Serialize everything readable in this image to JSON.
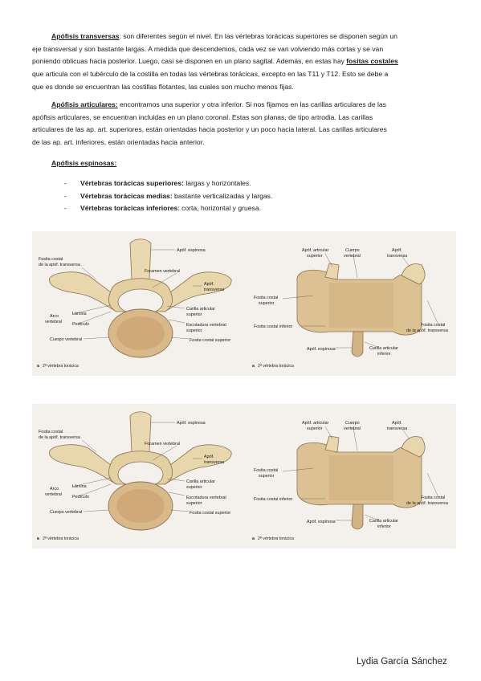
{
  "paragraphs": {
    "transversas": {
      "heading": "Apófisis transversas",
      "lines": [
        ": son diferentes según el nivel. En las vértebras torácicas superiores se disponen según un",
        "eje transversal y son bastante largas. A medida que descendemos, cada vez se van volviendo más cortas y se van",
        "poniendo oblicuas hacia posterior. Luego, casi se disponen en un plano sagital. Además, en estas hay ",
        "que articula con el tubérculo de la costilla en todas las vértebras torácicas, excepto en las T11 y T12. Esto se debe a",
        "que es donde se encuentran las costillas flotantes, las cuales son mucho menos fijas."
      ],
      "underlined_term": "fositas costales"
    },
    "articulares": {
      "heading": "Apófisis articulares:",
      "lines": [
        " encontramos una superior y otra inferior. Si nos fijamos en las carillas articulares de las",
        "apófisis articulares, se encuentran incluidas en un plano coronal. Estas son planas, de tipo artrodia. Las carillas",
        "articulares de las ap. art. superiores, están orientadas hacia posterior y un poco hacia lateral. Las carillas articulares",
        "de las ap. art. inferiores, están orientadas hacia anterior."
      ]
    },
    "espinosas": {
      "heading": "Apófisis espinosas:"
    }
  },
  "bullets": [
    {
      "dash": "-",
      "bold": "Vértebras torácicas superiores:",
      "text": " largas y horizontales."
    },
    {
      "dash": "-",
      "bold": "Vértebras torácicas medias:",
      "text": " bastante verticalizadas y largas."
    },
    {
      "dash": "-",
      "bold": "Vértebras torácicas inferiores",
      "text": ": corta, horizontal y gruesa."
    }
  ],
  "figures": {
    "superior_view": {
      "labels": {
        "espinosa": "Apóf. espinosa",
        "fosita_costal_apof_1": "Fosita costal",
        "fosita_costal_apof_2": "de la apóf. transversa",
        "foramen": "Foramen vertebral",
        "apof_transversa_1": "Apóf.",
        "apof_transversa_2": "transversa",
        "lamina": "Lámina",
        "arco_1": "Arco",
        "arco_2": "vertebral",
        "pediculo": "Pedículo",
        "carilla_1": "Carilla articular",
        "carilla_2": "superior",
        "escotadura_1": "Escotadura vertebral",
        "escotadura_2": "superior",
        "cuerpo": "Cuerpo vertebral",
        "fosita_costal_sup": "Fosita costal superior"
      },
      "caption_letter": "a",
      "caption": "2ª vértebra torácica"
    },
    "lateral_view": {
      "labels": {
        "apof_art_sup_1": "Apóf. articular",
        "apof_art_sup_2": "superior",
        "cuerpo_1": "Cuerpo",
        "cuerpo_2": "vertebral",
        "apof_trans_1": "Apóf.",
        "apof_trans_2": "transversa",
        "fosita_costal_sup_1": "Fosita costal",
        "fosita_costal_sup_2": "superior",
        "fosita_costal_inf": "Fosita costal inferior",
        "fosita_costal_apof_1": "Fosita costal",
        "fosita_costal_apof_2": "de la apóf. transversa",
        "apof_espinosa": "Apóf. espinosa",
        "carilla_inf_1": "Carilla articular",
        "carilla_inf_2": "inferior"
      },
      "caption_letter": "a",
      "caption": "2ª vértebra torácica"
    }
  },
  "footer": {
    "author": "Lydia García Sánchez"
  }
}
